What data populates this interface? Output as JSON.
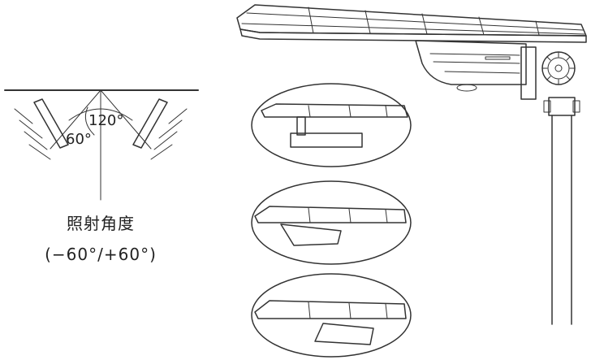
{
  "angle_diagram": {
    "inner_angle_label": "120°",
    "outer_angle_label": "60°",
    "caption_title": "照射角度",
    "caption_range": "(−60°/+60°)"
  },
  "colors": {
    "line": "#333333",
    "panel_fill": "#f2f2f2",
    "lens_fill": "#e8e8e8",
    "lamp_fill": "#444444",
    "background": "#ffffff"
  }
}
